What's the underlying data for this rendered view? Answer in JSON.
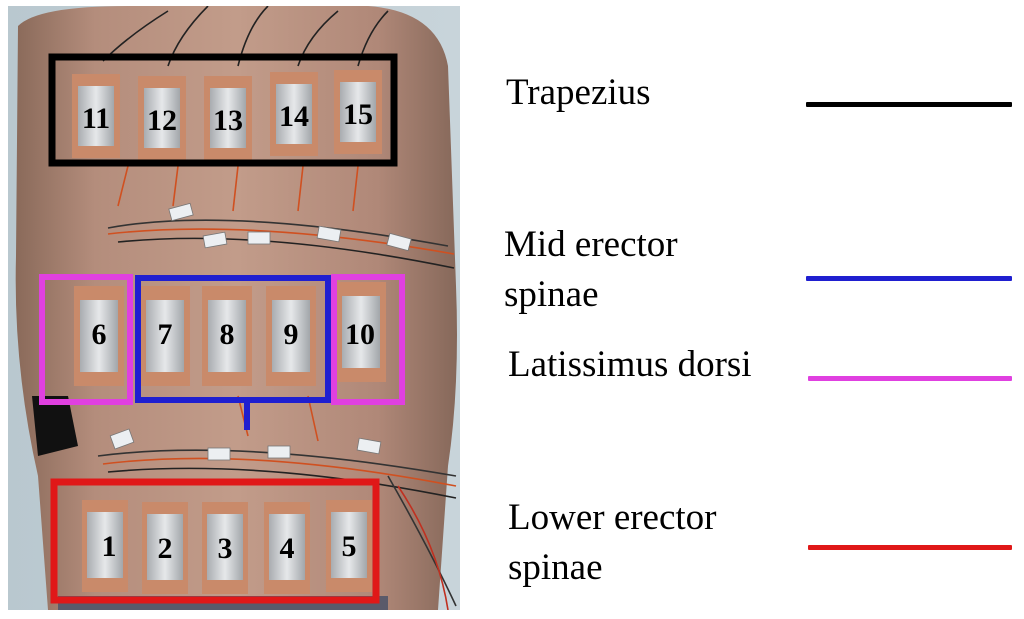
{
  "legend": {
    "trapezius": {
      "label": "Trapezius",
      "color": "#000000"
    },
    "mid_erector": {
      "label_line1": "Mid erector",
      "label_line2": "spinae",
      "color": "#1f1fd0"
    },
    "latissimus": {
      "label": "Latissimus  dorsi",
      "color": "#e040e0"
    },
    "lower_erector": {
      "label_line1": "Lower erector",
      "label_line2": "spinae",
      "color": "#e01818"
    }
  },
  "electrodes": {
    "e1": "1",
    "e2": "2",
    "e3": "3",
    "e4": "4",
    "e5": "5",
    "e6": "6",
    "e7": "7",
    "e8": "8",
    "e9": "9",
    "e10": "10",
    "e11": "11",
    "e12": "12",
    "e13": "13",
    "e14": "14",
    "e15": "15"
  }
}
